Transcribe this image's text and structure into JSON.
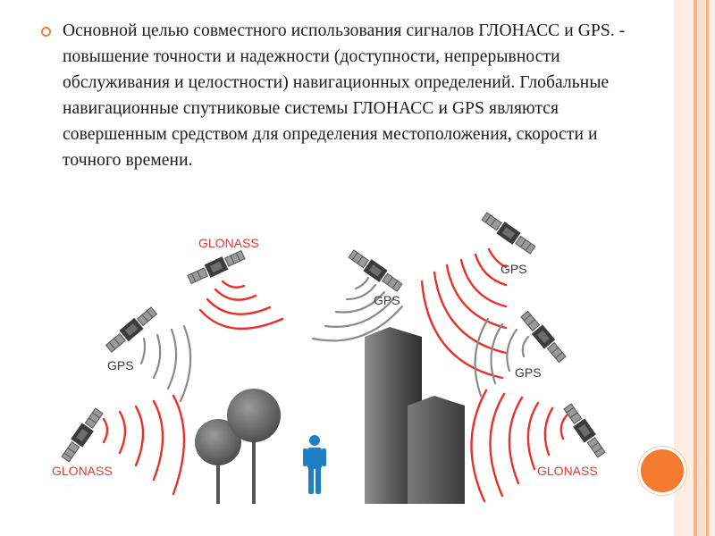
{
  "text": {
    "paragraph": "Основной целью совместного использования сигналов ГЛОНАСС и GPS. - повышение точности и надежности (доступности, непрерывности обслуживания и целостности) навигационных определений. Глобальные навигационные спутниковые системы ГЛОНАСС и GPS являются совершенным средством для определения местоположения, скорости и точного времени."
  },
  "diagram": {
    "labels": {
      "glonass_top": "GLONASS",
      "gps_left": "GPS",
      "glonass_left": "GLONASS",
      "gps_center": "GPS",
      "gps_right_top": "GPS",
      "gps_right": "GPS",
      "glonass_right": "GLONASS"
    },
    "colors": {
      "glonass": "#e53b2f",
      "gps": "#3a3a3a",
      "signal_red": "#e8312a",
      "signal_gray": "#8a8a8a",
      "person": "#1f7fc6"
    }
  },
  "theme": {
    "accent": "#f47a30",
    "border_light": "#fbe3d3",
    "border_mid": "#f7c7a6"
  }
}
